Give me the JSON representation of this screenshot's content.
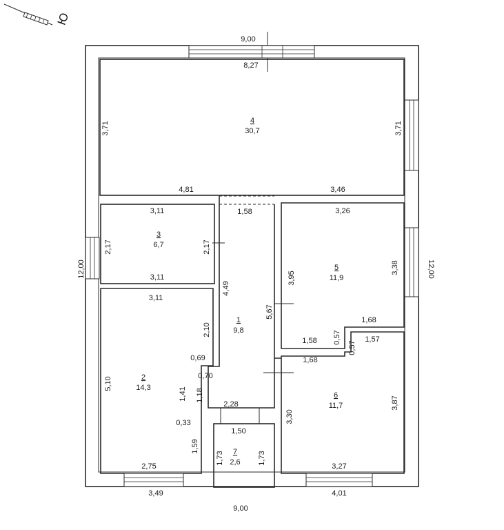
{
  "north_arrow": {
    "letter": "Ю"
  },
  "overall": {
    "top_outer": "9,00",
    "top_inner": "8,27",
    "bottom_outer": "9,00",
    "left_outer": "12,00",
    "right_outer": "12,00"
  },
  "rooms": [
    {
      "number": "1",
      "area": "9,8"
    },
    {
      "number": "2",
      "area": "14,3"
    },
    {
      "number": "3",
      "area": "6,7"
    },
    {
      "number": "4",
      "area": "30,7"
    },
    {
      "number": "5",
      "area": "11,9"
    },
    {
      "number": "6",
      "area": "11,7"
    },
    {
      "number": "7",
      "area": "2,6"
    }
  ],
  "dims": {
    "r4_left": "3,71",
    "r4_right": "3,71",
    "r4_bottom_left": "4,81",
    "r4_bottom_right": "3,46",
    "hall_top": "1,58",
    "r3_top": "3,11",
    "r3_left": "2,17",
    "r3_right": "2,17",
    "r3_bottom": "3,11",
    "r5_top": "3,26",
    "r5_left": "3,95",
    "r5_right": "3,38",
    "r5_step_top": "1,68",
    "r5_step_v": "0,57",
    "r5_bottom": "1,58",
    "hall_left": "4,49",
    "hall_right": "5,67",
    "r2_top": "3,11",
    "r2_right_upper": "2,10",
    "r2_notch1": "0,69",
    "hall_notch": "0,70",
    "r2_left": "5,10",
    "r2_right_mid": "1,41",
    "hall_left_low": "1,18",
    "r2_notch2": "0,33",
    "r2_right_low": "1,59",
    "r2_bottom": "2,75",
    "hall_bottom": "2,28",
    "r6_top": "1,68",
    "r6_step_v": "0,57",
    "r6_step_top": "1,57",
    "r6_left": "3,30",
    "r6_right": "3,87",
    "r6_bottom": "3,27",
    "r7_top": "1,50",
    "r7_left": "1,73",
    "r7_right": "1,73",
    "bottom_left_ext": "3,49",
    "bottom_right_ext": "4,01"
  }
}
